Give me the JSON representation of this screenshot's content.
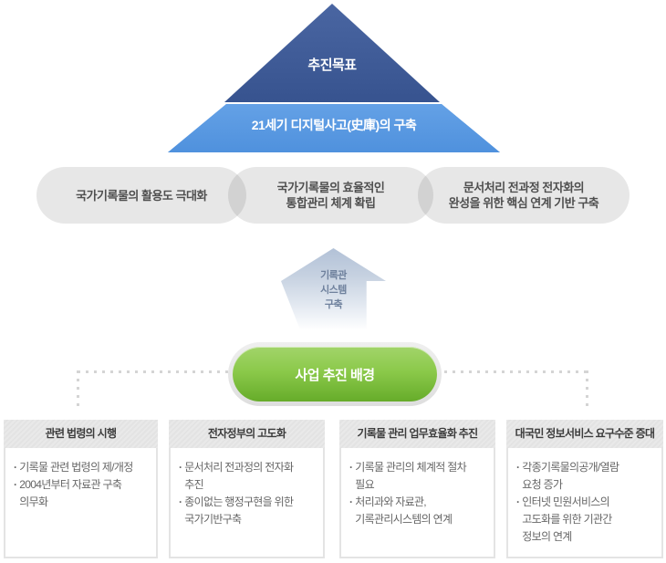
{
  "bullet_char": "·",
  "pyramid": {
    "top_label": "추진목표",
    "band_label": "21세기 디지털사고(史庫)의 구축"
  },
  "goals": [
    {
      "label": "국가기록물의 활용도 극대화"
    },
    {
      "label": "국가기록물의 효율적인\n통합관리 체계 확립"
    },
    {
      "label": "문서처리 전과정 전자화의\n완성을 위한 핵심 연계 기반 구축"
    }
  ],
  "arrow": {
    "label": "기록관\n시스템\n구축"
  },
  "background_button": {
    "label": "사업 추진 배경"
  },
  "background_boxes": [
    {
      "title": "관련 법령의 시행",
      "bullets": [
        "기록물 관련 법령의 제/개정",
        "2004년부터 자료관 구축\n의무화"
      ]
    },
    {
      "title": "전자정부의 고도화",
      "bullets": [
        "문서처리 전과정의 전자화\n추진",
        "종이없는 행정구현을 위한\n국가기반구축"
      ]
    },
    {
      "title": "기록물 관리 업무효율화 추진",
      "bullets": [
        "기록물 관리의 체계적 절차\n필요",
        "처리과와 자료관,\n기록관리시스템의 연계"
      ]
    },
    {
      "title": "대국민 정보서비스 요구수준 증대",
      "bullets": [
        "각종기록물의공개/열람\n요청 증가",
        "인터넷 민원서비스의\n고도화를 위한 기관간\n정보의 연계"
      ]
    }
  ],
  "colors": {
    "pyramid_dark_blue": "#3e5c98",
    "pyramid_light_blue": "#5897e0",
    "goal_pill_gray": "#e3e3e3",
    "arrow_blue_gray": "#b2c1d7",
    "button_green": "#7ec243",
    "box_header_gray": "#e3e3e3",
    "dotted_line_gray": "#d4d4d4"
  }
}
